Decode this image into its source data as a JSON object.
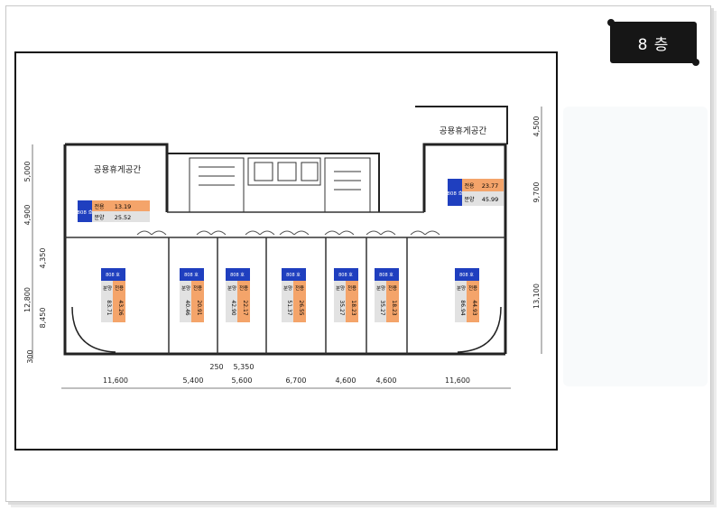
{
  "floor_label": "8 층",
  "lounge_label": "공용휴게공간",
  "label_exclusive": "전용",
  "label_sale": "분양",
  "unit_badge": "808 호",
  "top_units": [
    {
      "exclusive": "13.19",
      "sale": "25.52"
    },
    {
      "exclusive": "23.77",
      "sale": "45.99"
    }
  ],
  "bottom_units": [
    {
      "exclusive": "43.26",
      "sale": "83.71"
    },
    {
      "exclusive": "20.91",
      "sale": "40.46"
    },
    {
      "exclusive": "22.17",
      "sale": "42.90"
    },
    {
      "exclusive": "26.55",
      "sale": "51.37"
    },
    {
      "exclusive": "18.23",
      "sale": "35.27"
    },
    {
      "exclusive": "18.23",
      "sale": "35.27"
    },
    {
      "exclusive": "44.93",
      "sale": "86.94"
    }
  ],
  "dims_bottom": [
    "11,600",
    "5,400",
    "5,600",
    "6,700",
    "4,600",
    "4,600",
    "11,600"
  ],
  "dims_left": [
    "5,000",
    "4,900",
    "4,350",
    "12,800",
    "8,450",
    "300"
  ],
  "dims_right": [
    "4,500",
    "9,700",
    "13,100"
  ],
  "dims_misc": [
    "250",
    "5,350"
  ],
  "colors": {
    "badge": "#1f3fbf",
    "exclusive": "#f4a46a",
    "sale": "#e2e2e2"
  }
}
